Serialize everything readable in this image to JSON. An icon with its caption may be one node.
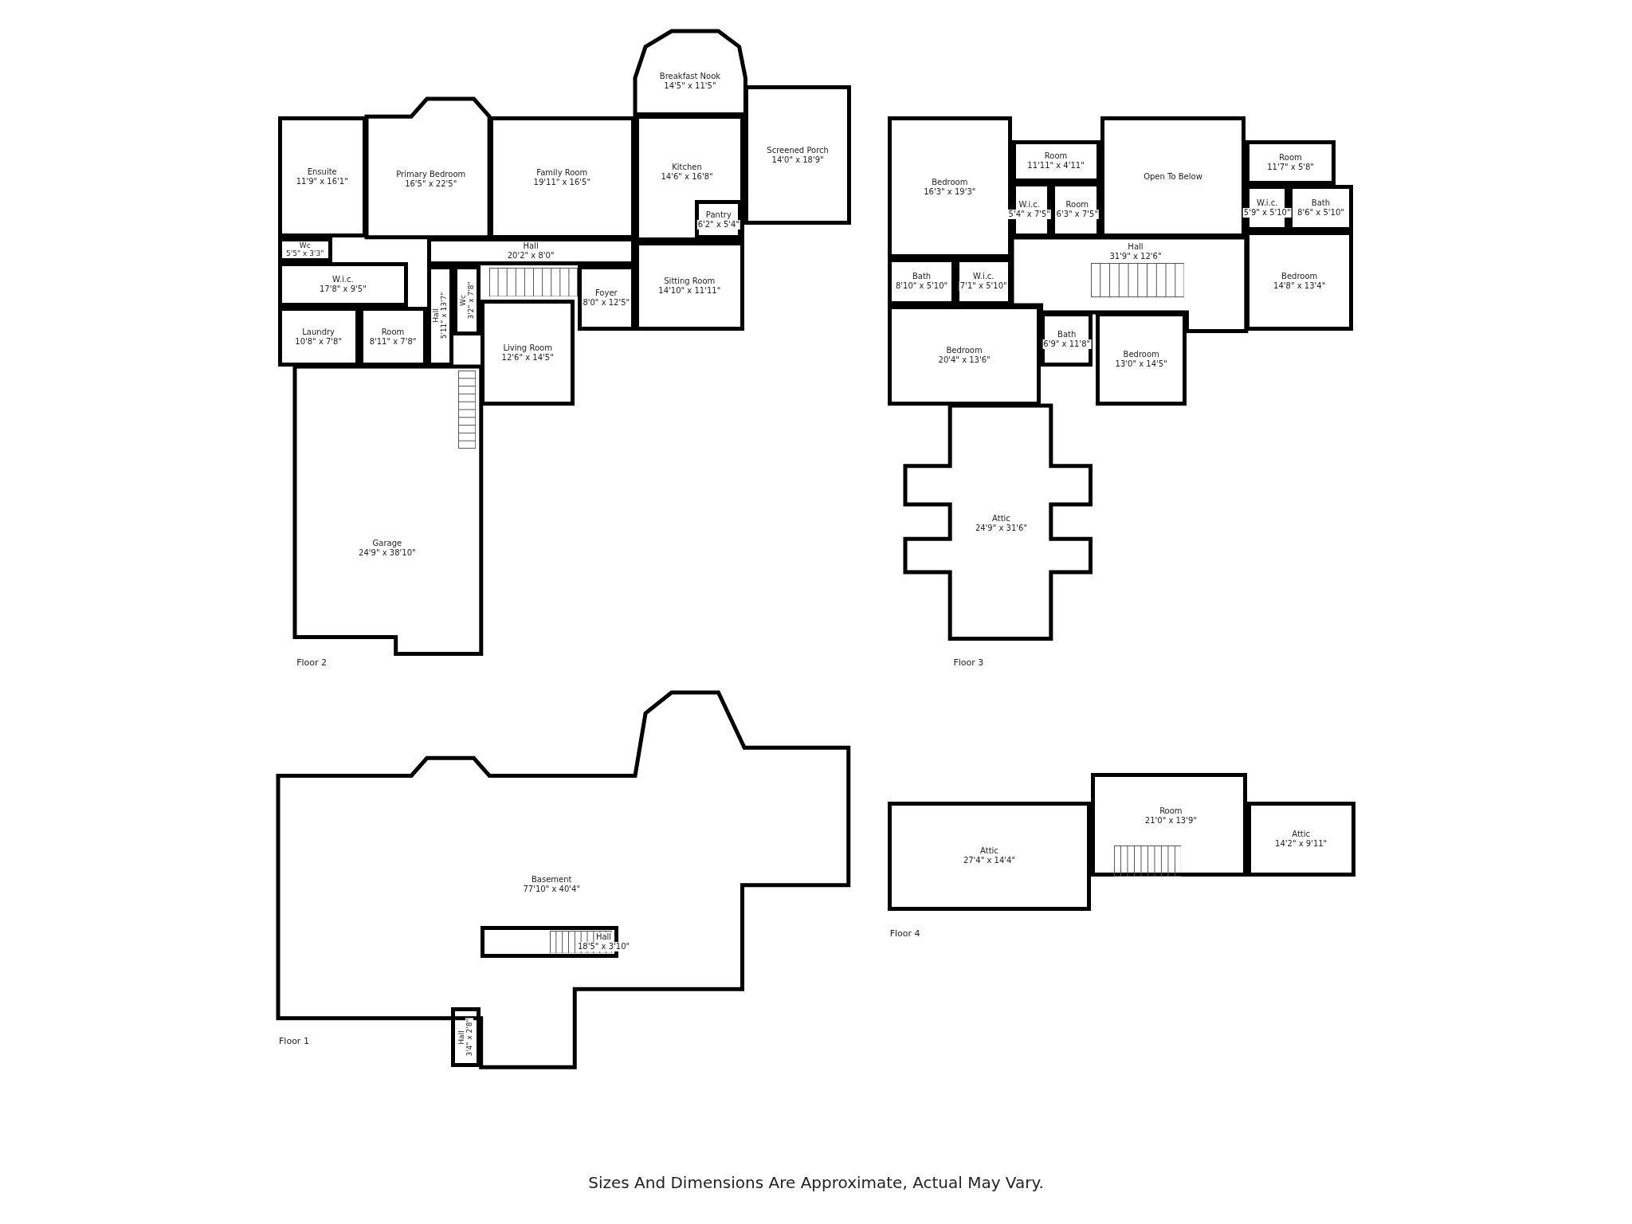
{
  "diagram": {
    "caption": "Sizes And Dimensions Are Approximate, Actual May Vary.",
    "nodes": [
      {
        "text": [
          "Breakfast Nook",
          "14'5\" x 11'5\""
        ]
      },
      {
        "text": [
          "Ensuite",
          "11'9\" x 16'1\""
        ]
      },
      {
        "text": [
          "Primary Bedroom",
          "16'5\" x 22'5\""
        ]
      },
      {
        "text": [
          "Family Room",
          "19'11\" x 16'5\""
        ]
      },
      {
        "text": [
          "Kitchen",
          "14'6\" x 16'8\""
        ]
      },
      {
        "text": [
          "Screened Porch",
          "14'0\" x 18'9\""
        ]
      },
      {
        "text": [
          "Pantry",
          "6'2\" x 5'4\""
        ],
        "in": 4
      },
      {
        "text": [
          "Wc",
          "5'5\" x 3'3\""
        ]
      },
      {
        "text": [
          "Hall",
          "20'2\" x 8'0\""
        ]
      },
      {
        "text": [
          "W.i.c.",
          "17'8\" x 9'5\""
        ]
      },
      {
        "text": [
          "Foyer",
          "8'0\" x 12'5\""
        ]
      },
      {
        "text": [
          "Sitting Room",
          "14'10\" x 11'11\""
        ]
      },
      {
        "text": [
          "Wc",
          "3'2\" x 7'8\""
        ]
      },
      {
        "text": [
          "Hall",
          "5'11\" x 13'7\""
        ]
      },
      {
        "text": [
          "Laundry",
          "10'8\" x 7'8\""
        ]
      },
      {
        "text": [
          "Room",
          "8'11\" x 7'8\""
        ]
      },
      {
        "text": [
          "Living Room",
          "12'6\" x 14'5\""
        ]
      },
      {
        "text": [
          "Garage",
          "24'9\" x 38'10\""
        ]
      },
      {
        "text": [
          "Bedroom",
          "16'3\" x 19'3\""
        ]
      },
      {
        "text": [
          "Room",
          "11'11\" x 4'11\""
        ]
      },
      {
        "text": [
          "Open To Below"
        ]
      },
      {
        "text": [
          "Room",
          "11'7\" x 5'8\""
        ]
      },
      {
        "text": [
          "W.i.c.",
          "5'4\" x 7'5\""
        ]
      },
      {
        "text": [
          "Room",
          "6'3\" x 7'5\""
        ]
      },
      {
        "text": [
          "W.i.c.",
          "5'9\" x 5'10\""
        ]
      },
      {
        "text": [
          "Bath",
          "8'6\" x 5'10\""
        ]
      },
      {
        "text": [
          "Hall",
          "31'9\" x 12'6\""
        ]
      },
      {
        "text": [
          "Bath",
          "8'10\" x 5'10\""
        ]
      },
      {
        "text": [
          "W.i.c.",
          "7'1\" x 5'10\""
        ]
      },
      {
        "text": [
          "Bedroom",
          "14'8\" x 13'4\""
        ]
      },
      {
        "text": [
          "Bath",
          "6'9\" x 11'8\""
        ]
      },
      {
        "text": [
          "Bedroom",
          "20'4\" x 13'6\""
        ]
      },
      {
        "text": [
          "Bedroom",
          "13'0\" x 14'5\""
        ]
      },
      {
        "text": [
          "Attic",
          "24'9\" x 31'6\""
        ]
      },
      {
        "text": [
          "Basement",
          "77'10\" x 40'4\""
        ]
      },
      {
        "text": [
          "Hall",
          "18'5\" x 3'10\""
        ],
        "in": 34
      },
      {
        "text": [
          "Hall",
          "3'4\" x 2'8\""
        ]
      },
      {
        "text": [
          "Room",
          "21'0\" x 13'9\""
        ]
      },
      {
        "text": [
          "Attic",
          "27'4\" x 14'4\""
        ]
      },
      {
        "text": [
          "Attic",
          "14'2\" x 9'11\""
        ]
      }
    ],
    "labels": [
      "Floor 2",
      "Floor 3",
      "Floor 1",
      "Floor 4"
    ]
  }
}
